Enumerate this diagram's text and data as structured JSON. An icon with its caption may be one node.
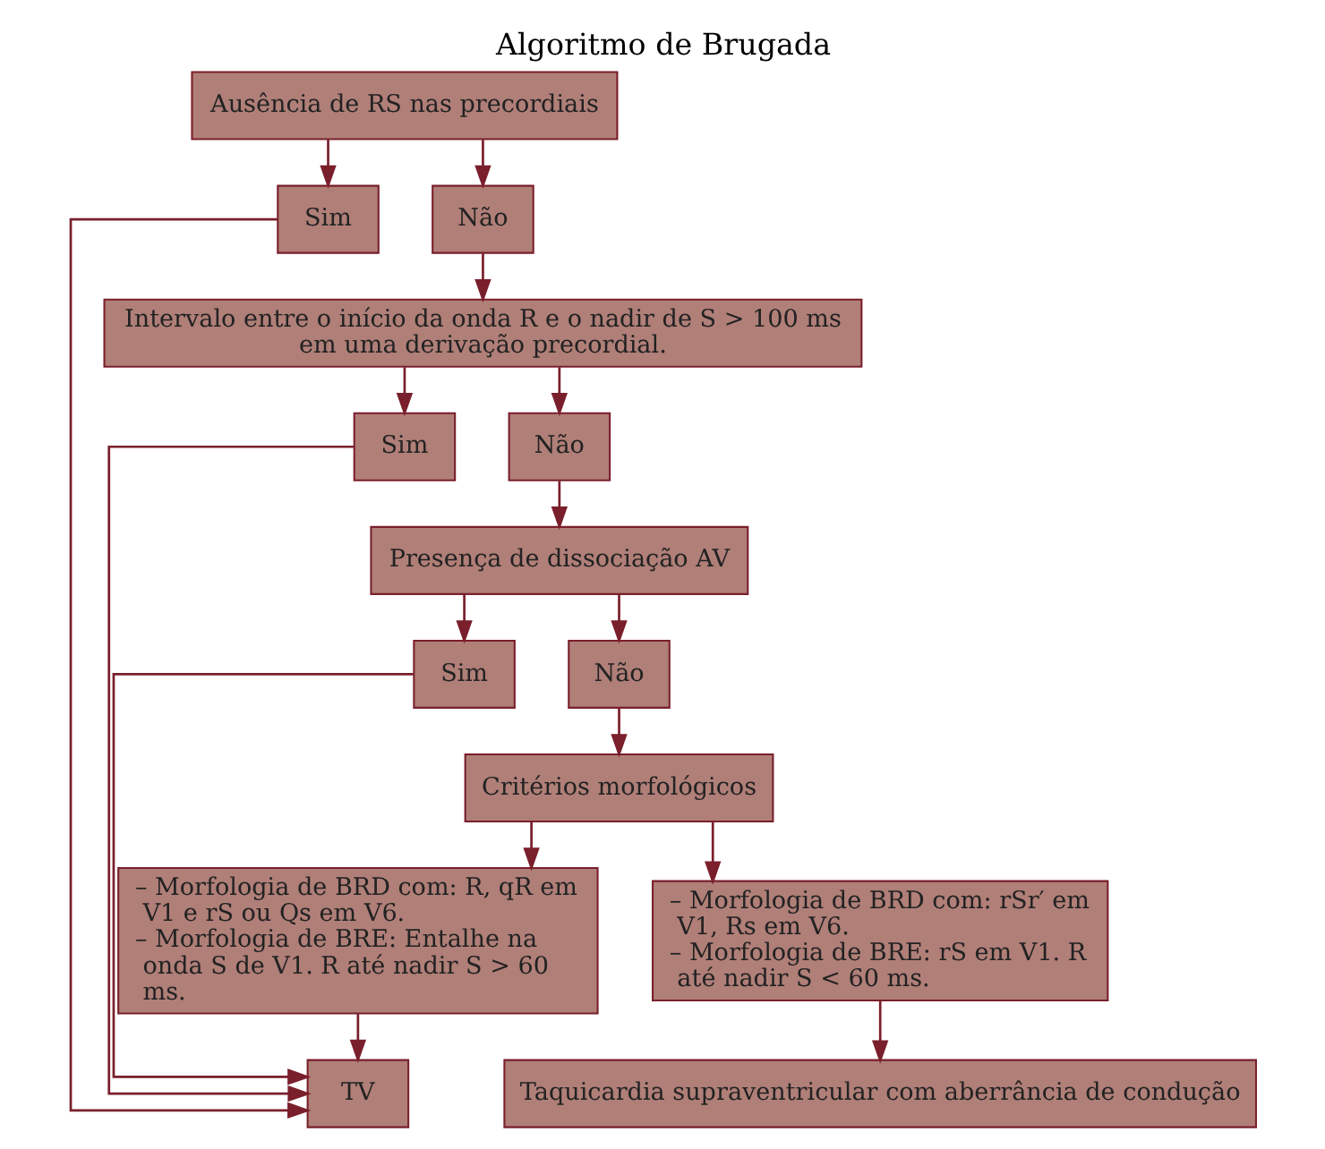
{
  "diagram": {
    "title": "Algoritmo de Brugada",
    "nodes": [
      {
        "text": [
          "Ausência de RS nas precordiais"
        ]
      },
      {
        "text": [
          "Sim"
        ]
      },
      {
        "text": [
          "Não"
        ]
      },
      {
        "text": [
          "Intervalo entre o início da onda R e o nadir de S > 100 ms em uma derivação precordial."
        ]
      },
      {
        "text": [
          "Sim"
        ]
      },
      {
        "text": [
          "Não"
        ]
      },
      {
        "text": [
          "Presença de dissociação AV"
        ]
      },
      {
        "text": [
          "Sim"
        ]
      },
      {
        "text": [
          "Não"
        ]
      },
      {
        "text": [
          "Critérios morfológicos"
        ]
      },
      {
        "text": [
          "– Morfologia de BRD com: R, qR em V1 e rS ou Qs em V6.",
          "– Morfologia de BRE: Entalhe na onda S de V1. R até nadir S > 60 ms."
        ]
      },
      {
        "text": [
          "– Morfologia de BRD com: rSr′ em V1, Rs em V6.",
          "– Morfologia de BRE: rS em V1. R até nadir S < 60 ms."
        ]
      },
      {
        "text": [
          "TV"
        ]
      },
      {
        "text": [
          "Taquicardia supraventricular com aberrância de condução"
        ]
      }
    ],
    "edges": [
      {
        "from": 0,
        "to": 1,
        "arrow": "to"
      },
      {
        "from": 0,
        "to": 2,
        "arrow": "to"
      },
      {
        "from": 2,
        "to": 3,
        "arrow": "to"
      },
      {
        "from": 3,
        "to": 4,
        "arrow": "to"
      },
      {
        "from": 3,
        "to": 5,
        "arrow": "to"
      },
      {
        "from": 5,
        "to": 6,
        "arrow": "to"
      },
      {
        "from": 6,
        "to": 7,
        "arrow": "to"
      },
      {
        "from": 6,
        "to": 8,
        "arrow": "to"
      },
      {
        "from": 8,
        "to": 9,
        "arrow": "to"
      },
      {
        "from": 9,
        "to": 10,
        "arrow": "to"
      },
      {
        "from": 9,
        "to": 11,
        "arrow": "to"
      },
      {
        "from": 10,
        "to": 12,
        "arrow": "to"
      },
      {
        "from": 11,
        "to": 13,
        "arrow": "to"
      },
      {
        "from": 1,
        "to": 12,
        "arrow": "to"
      },
      {
        "from": 4,
        "to": 12,
        "arrow": "to"
      },
      {
        "from": 7,
        "to": 12,
        "arrow": "to"
      }
    ]
  }
}
